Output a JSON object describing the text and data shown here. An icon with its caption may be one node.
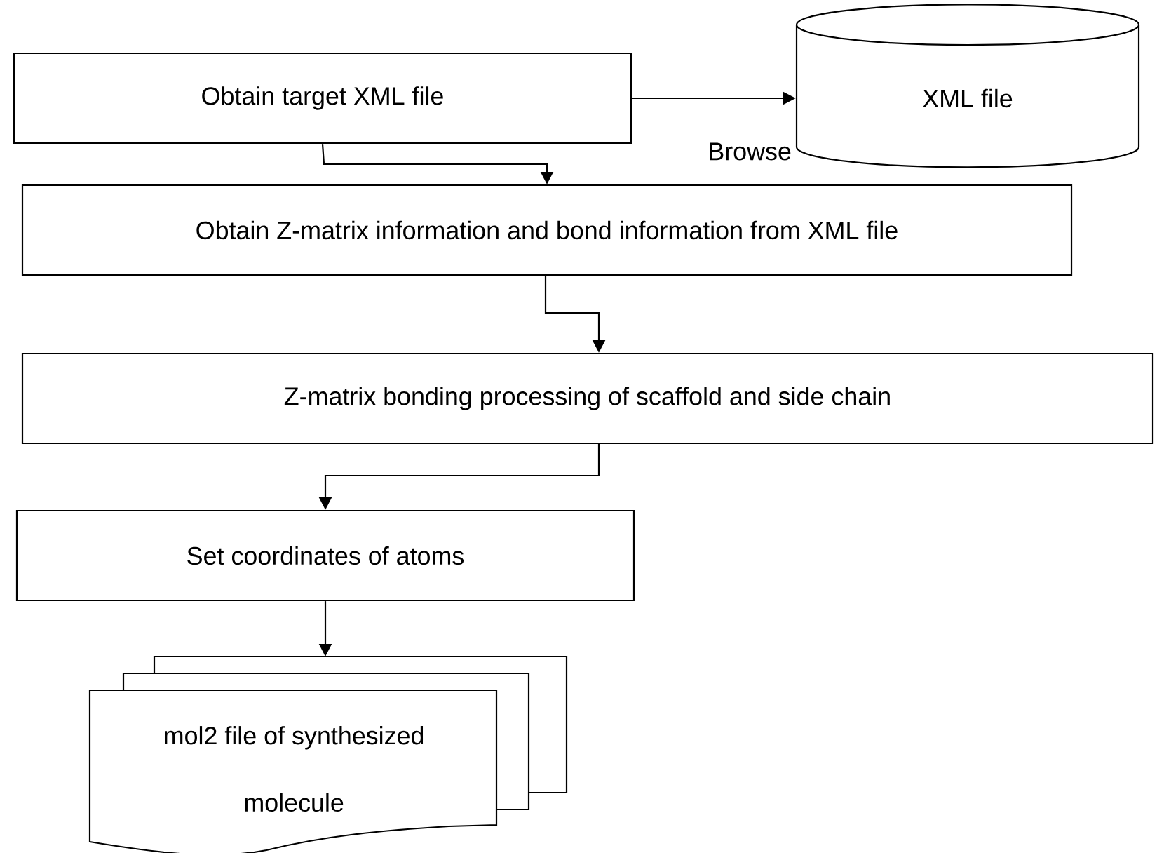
{
  "diagram": {
    "nodes": [
      {
        "text": [
          "Obtain target XML file"
        ]
      },
      {
        "text": [
          "XML file"
        ]
      },
      {
        "text": [
          "Obtain Z-matrix information and bond information from XML file"
        ]
      },
      {
        "text": [
          "Z-matrix bonding processing of scaffold and side chain"
        ]
      },
      {
        "text": [
          "Set coordinates of atoms"
        ]
      },
      {
        "text": [
          "mol2 file of synthesized molecule"
        ]
      }
    ],
    "edges": [
      {
        "from": 0,
        "to": 1,
        "arrow": "to",
        "label": "Browse"
      },
      {
        "from": 0,
        "to": 2,
        "arrow": "to"
      },
      {
        "from": 2,
        "to": 3,
        "arrow": "to"
      },
      {
        "from": 3,
        "to": 4,
        "arrow": "to"
      },
      {
        "from": 4,
        "to": 5,
        "arrow": "to"
      }
    ]
  }
}
